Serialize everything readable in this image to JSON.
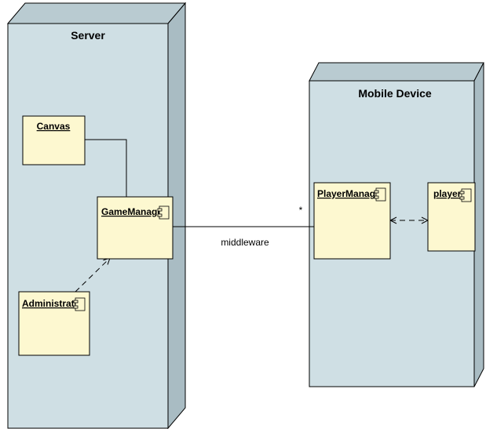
{
  "nodes": {
    "server": {
      "title": "Server"
    },
    "mobile": {
      "title": "Mobile Device"
    }
  },
  "components": {
    "canvas": {
      "label": "Canvas",
      "has_icon": false
    },
    "game_manager": {
      "label": "GameManager",
      "has_icon": true,
      "icon": "component-icon"
    },
    "administrator": {
      "label": "Administrator",
      "has_icon": true,
      "icon": "component-icon"
    },
    "player_manager": {
      "label": "PlayerManager",
      "has_icon": true,
      "icon": "component-icon"
    },
    "player": {
      "label": "player",
      "has_icon": true,
      "icon": "component-icon"
    }
  },
  "connections": {
    "middleware": {
      "label": "middleware",
      "multiplicity": "*"
    }
  },
  "colors": {
    "node_fill": "#cfdfe4",
    "component_fill": "#fdf8d0",
    "line": "#000000"
  }
}
